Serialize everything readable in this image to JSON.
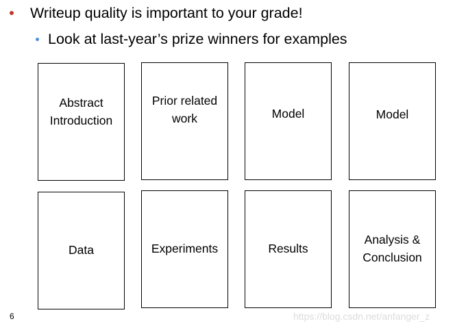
{
  "slide": {
    "bullets": [
      {
        "text": "Writeup quality is important to your grade!",
        "level": 1,
        "bullet_color": "#c0392b"
      },
      {
        "text": "Look at last-year’s prize winners for examples",
        "level": 2,
        "bullet_color": "#4a90d9"
      }
    ],
    "boxes": [
      {
        "label": "Abstract\nIntroduction"
      },
      {
        "label": "Prior related\nwork"
      },
      {
        "label": "Model"
      },
      {
        "label": "Model"
      },
      {
        "label": "Data"
      },
      {
        "label": "Experiments"
      },
      {
        "label": "Results"
      },
      {
        "label": "Analysis &\nConclusion"
      }
    ],
    "page_number": "6"
  },
  "watermark": {
    "text": "https://blog.csdn.net/anfanger_z"
  }
}
